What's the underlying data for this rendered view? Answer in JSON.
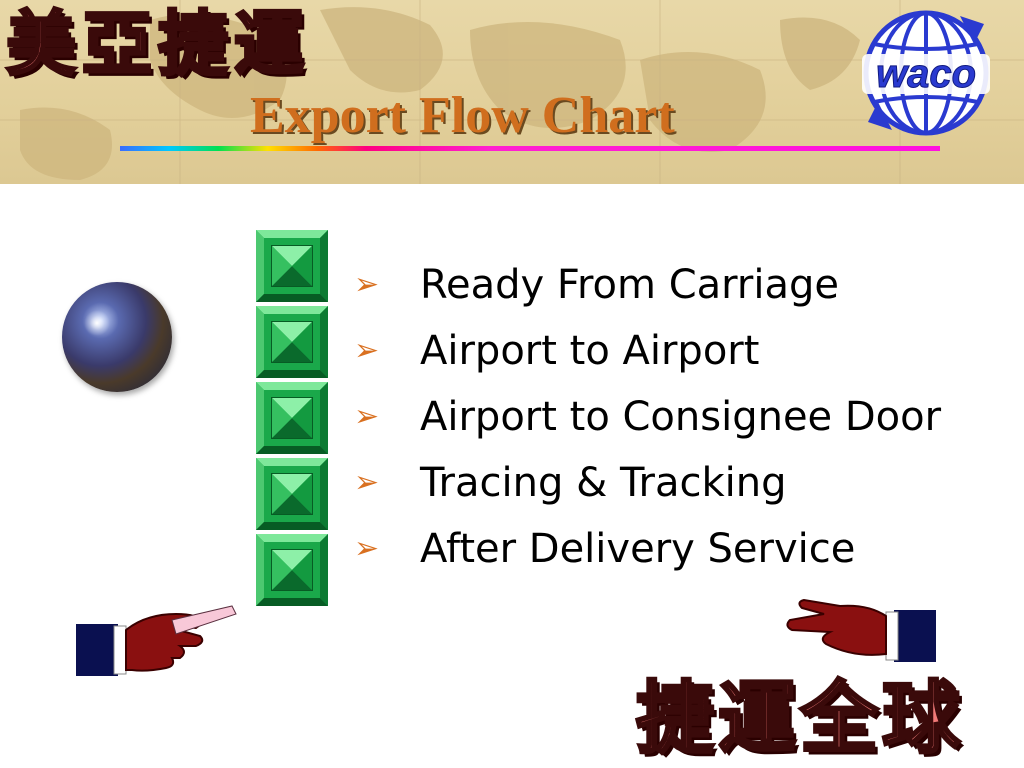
{
  "header": {
    "brand_cjk": "美亞捷運",
    "title": "Export Flow Chart",
    "logo_text": "waco"
  },
  "steps": [
    {
      "label": "Ready From Carriage",
      "bullet_icon": "arrowhead-bullet-icon"
    },
    {
      "label": "Airport to Airport",
      "bullet_icon": "arrowhead-bullet-icon"
    },
    {
      "label": "Airport to Consignee Door",
      "bullet_icon": "arrowhead-bullet-icon"
    },
    {
      "label": "Tracing & Tracking",
      "bullet_icon": "arrowhead-bullet-icon"
    },
    {
      "label": "After Delivery Service",
      "bullet_icon": "arrowhead-bullet-icon"
    }
  ],
  "bullet_glyph": "➢",
  "footer": {
    "slogan_cjk": "捷運全球"
  },
  "colors": {
    "title": "#d06e1e",
    "bullet": "#d97020",
    "tile_green": "#1aa84a",
    "cjk_fill": "#f07a78"
  }
}
